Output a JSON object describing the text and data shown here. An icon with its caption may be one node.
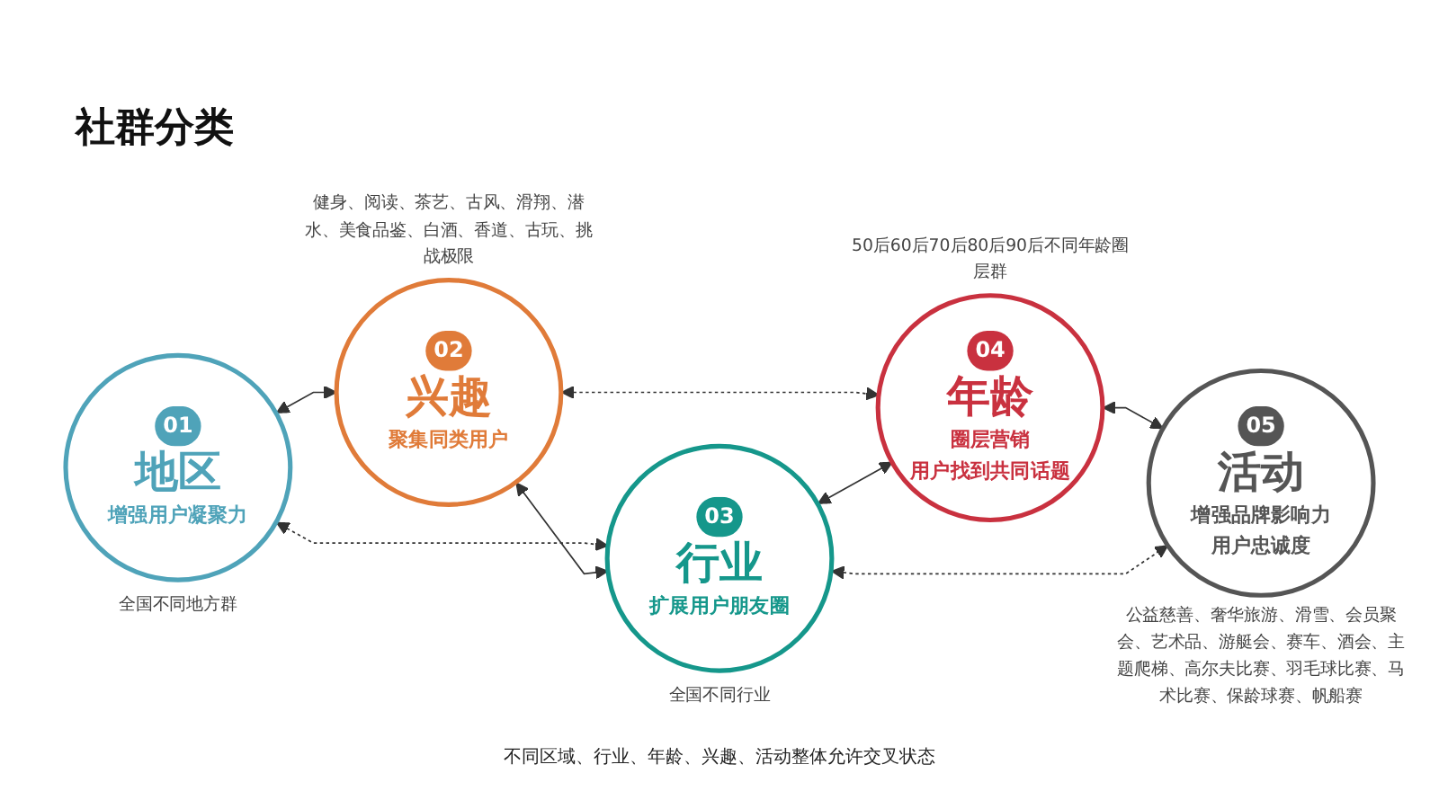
{
  "diagram": {
    "title": "社群分类",
    "caption": "不同区域、行业、年龄、兴趣、活动整体允许交叉状态",
    "nodes": [
      {
        "text": [
          "01",
          "地区",
          "增强用户凝聚力"
        ],
        "beside": [
          "全国不同地方群"
        ]
      },
      {
        "text": [
          "02",
          "兴趣",
          "聚集同类用户"
        ],
        "beside": [
          "健身、阅读、茶艺、古风、滑翔、潜水、美食品鉴、白酒、香道、古玩、挑战极限"
        ]
      },
      {
        "text": [
          "03",
          "行业",
          "扩展用户朋友圈"
        ],
        "beside": [
          "全国不同行业"
        ]
      },
      {
        "text": [
          "04",
          "年龄",
          "圈层营销",
          "用户找到共同话题"
        ],
        "beside": [
          "50后60后70后80后90后不同年龄圈层群"
        ]
      },
      {
        "text": [
          "05",
          "活动",
          "增强品牌影响力",
          "用户忠诚度"
        ],
        "beside": [
          "公益慈善、奢华旅游、滑雪、会员聚会、艺术品、游艇会、赛车、酒会、主题爬梯、高尔夫比赛、羽毛球比赛、马术比赛、保龄球赛、帆船赛"
        ]
      }
    ],
    "edges": [
      {
        "from": 0,
        "to": 1,
        "arrow": "both"
      },
      {
        "from": 0,
        "to": 2,
        "arrow": "both",
        "style": "dashed"
      },
      {
        "from": 1,
        "to": 2,
        "arrow": "both"
      },
      {
        "from": 1,
        "to": 3,
        "arrow": "both",
        "style": "dashed"
      },
      {
        "from": 2,
        "to": 3,
        "arrow": "both"
      },
      {
        "from": 3,
        "to": 4,
        "arrow": "both"
      },
      {
        "from": 2,
        "to": 4,
        "arrow": "both",
        "style": "dashed"
      }
    ]
  }
}
